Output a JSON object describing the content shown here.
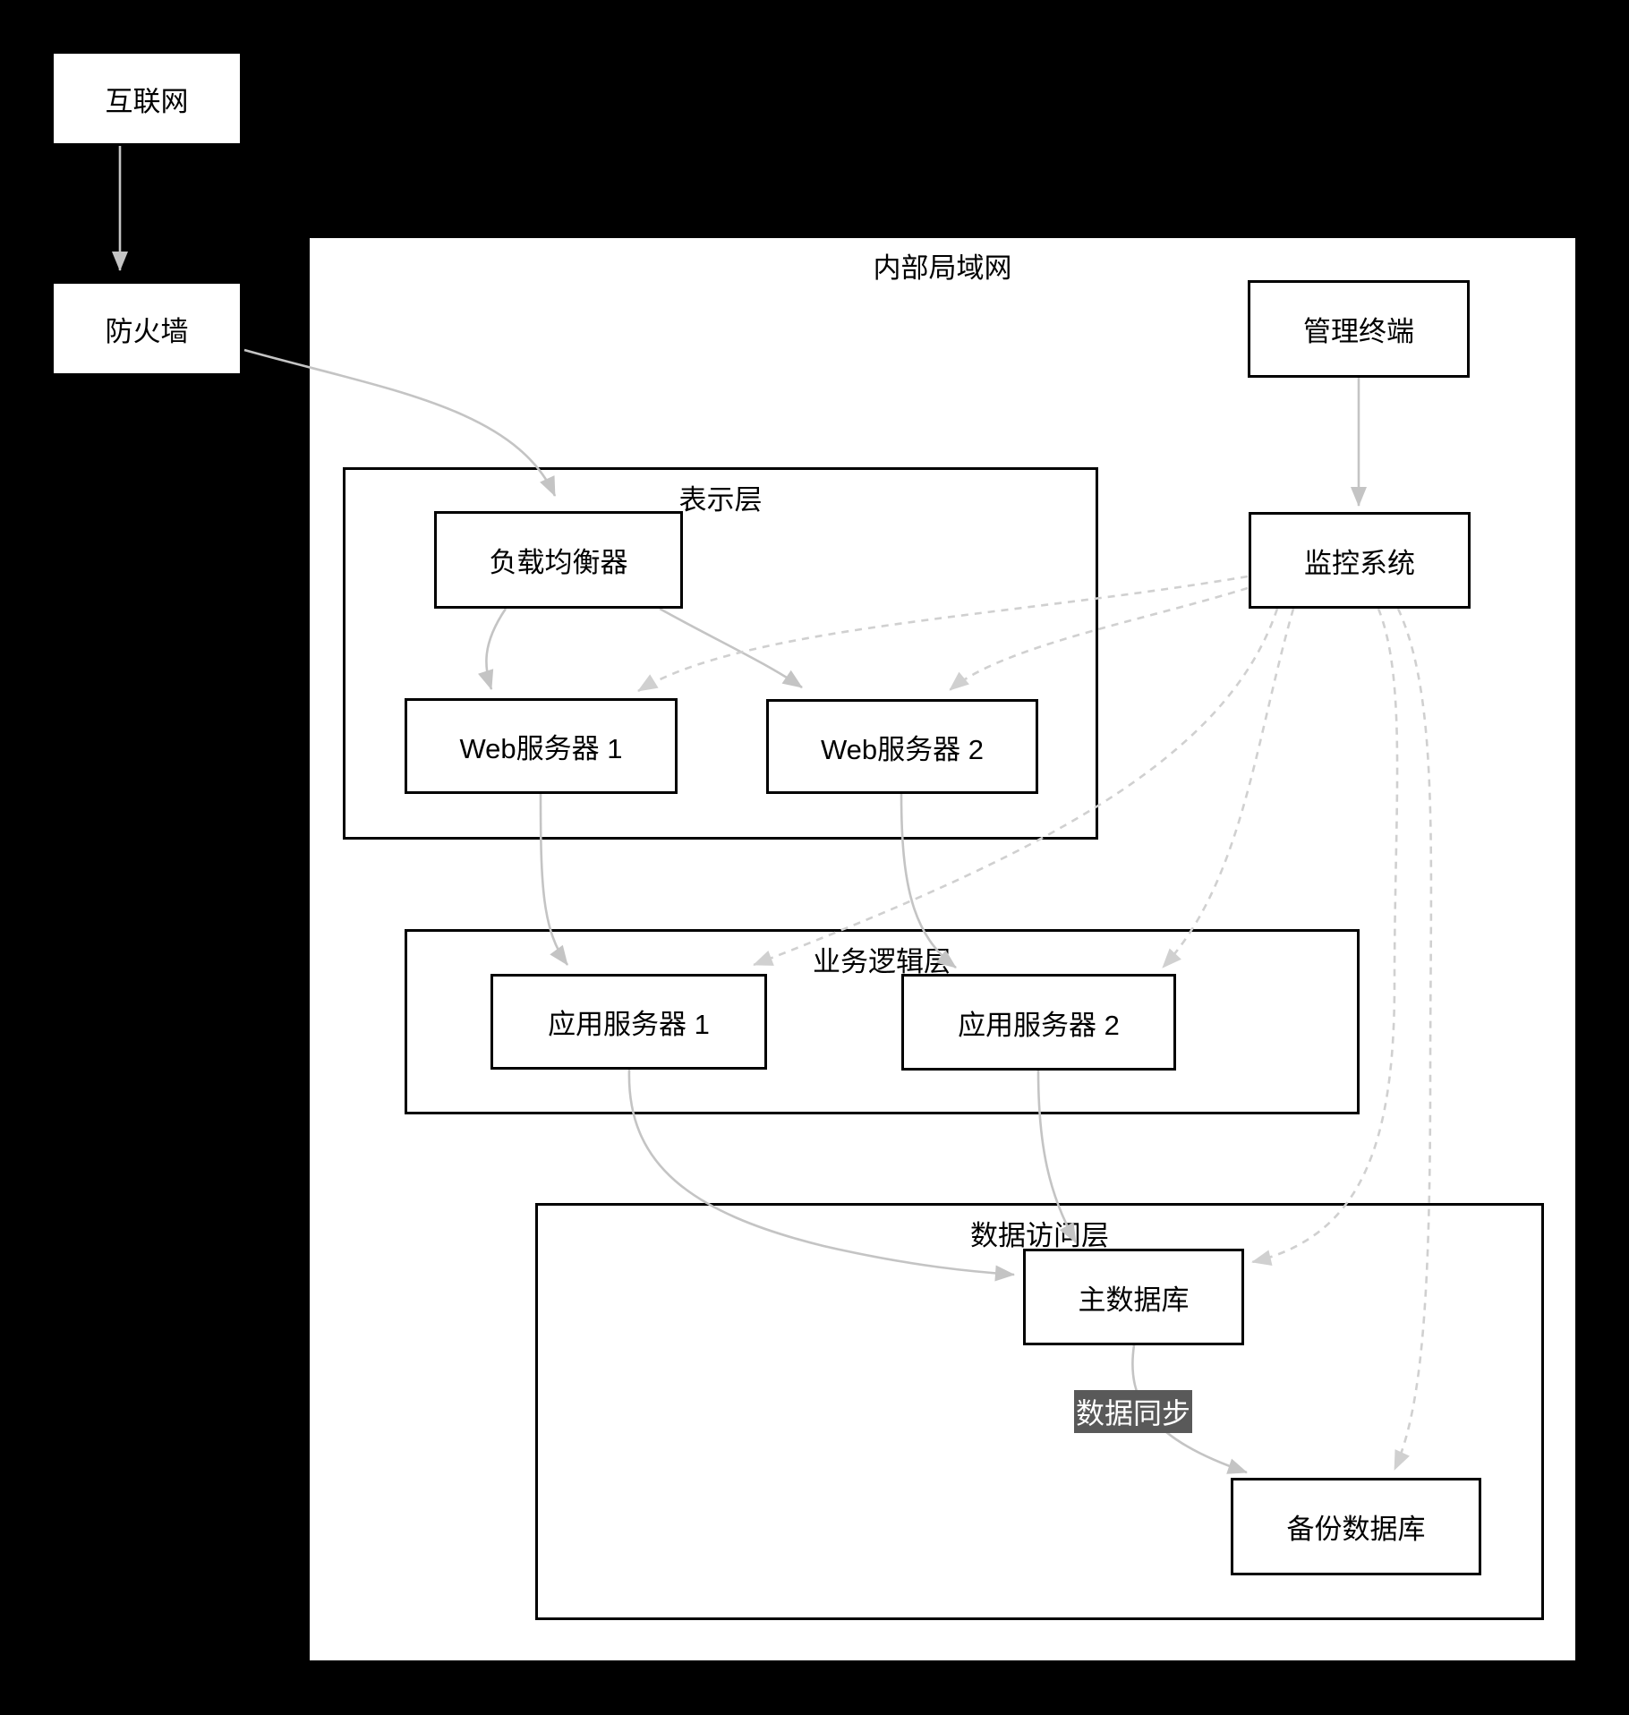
{
  "diagram": {
    "containers": {
      "lan": {
        "label": "内部局域网"
      },
      "presentation": {
        "label": "表示层"
      },
      "business": {
        "label": "业务逻辑层"
      },
      "data": {
        "label": "数据访问层"
      }
    },
    "nodes": {
      "internet": {
        "label": "互联网"
      },
      "firewall": {
        "label": "防火墙"
      },
      "mgmt_terminal": {
        "label": "管理终端"
      },
      "monitor": {
        "label": "监控系统"
      },
      "load_balancer": {
        "label": "负载均衡器"
      },
      "web_server_1": {
        "label": "Web服务器 1"
      },
      "web_server_2": {
        "label": "Web服务器 2"
      },
      "app_server_1": {
        "label": "应用服务器 1"
      },
      "app_server_2": {
        "label": "应用服务器 2"
      },
      "main_db": {
        "label": "主数据库"
      },
      "backup_db": {
        "label": "备份数据库"
      }
    },
    "edge_labels": {
      "data_sync": "数据同步"
    },
    "colors": {
      "background": "#000000",
      "node_fill": "#ffffff",
      "node_border": "#000000",
      "edge_solid": "#c4c4c4",
      "edge_dashed": "#d0d0d0",
      "edge_label_bg": "#595959",
      "edge_label_text": "#ffffff"
    }
  }
}
